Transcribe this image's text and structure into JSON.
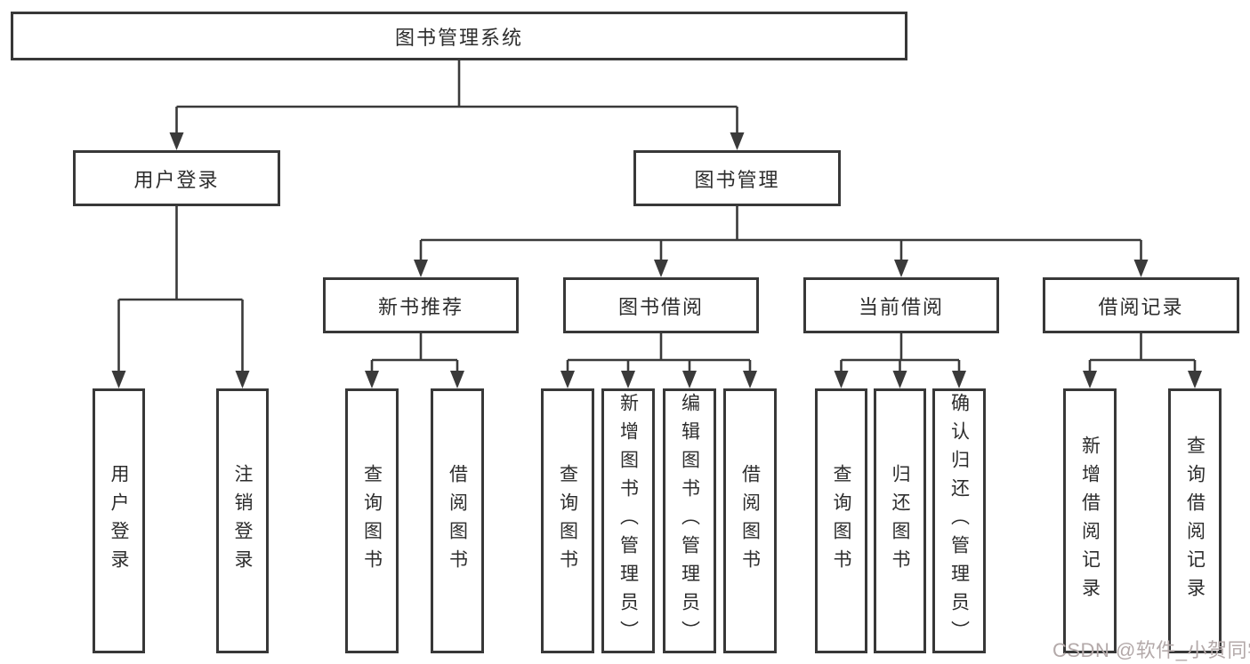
{
  "diagram": {
    "root": {
      "label": "图书管理系统"
    },
    "level2": [
      {
        "label": "用户登录"
      },
      {
        "label": "图书管理"
      }
    ],
    "level3": [
      {
        "label": "新书推荐"
      },
      {
        "label": "图书借阅"
      },
      {
        "label": "当前借阅"
      },
      {
        "label": "借阅记录"
      }
    ],
    "leaves": [
      {
        "label": "用户登录"
      },
      {
        "label": "注销登录"
      },
      {
        "label": "查询图书"
      },
      {
        "label": "借阅图书"
      },
      {
        "label": "查询图书"
      },
      {
        "label": "新增图书（管理员）"
      },
      {
        "label": "编辑图书（管理员）"
      },
      {
        "label": "借阅图书"
      },
      {
        "label": "查询图书"
      },
      {
        "label": "归还图书"
      },
      {
        "label": "确认归还（管理员）"
      },
      {
        "label": "新增借阅记录"
      },
      {
        "label": "查询借阅记录"
      }
    ],
    "watermark": "CSDN @软件_小贺同学",
    "colors": {
      "line": "#3a3a3a",
      "box_border": "#383838",
      "text": "#2d2d2d",
      "watermark_text": "#b3a9a9",
      "background": "#ffffff"
    }
  }
}
